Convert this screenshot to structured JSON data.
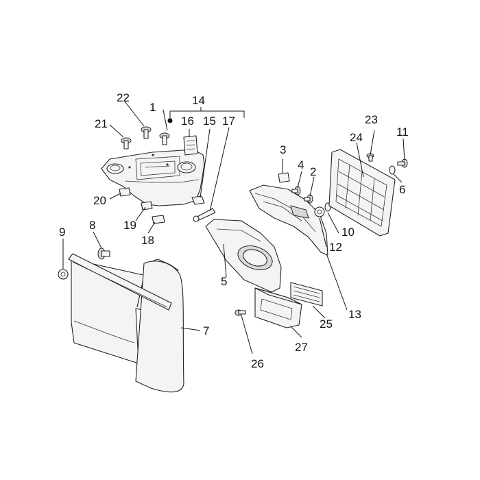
{
  "callouts": [
    {
      "key": "n1",
      "text": "1"
    },
    {
      "key": "n2",
      "text": "2"
    },
    {
      "key": "n3",
      "text": "3"
    },
    {
      "key": "n4",
      "text": "4"
    },
    {
      "key": "n5",
      "text": "5"
    },
    {
      "key": "n6",
      "text": "6"
    },
    {
      "key": "n7",
      "text": "7"
    },
    {
      "key": "n8",
      "text": "8"
    },
    {
      "key": "n9",
      "text": "9"
    },
    {
      "key": "n10",
      "text": "10"
    },
    {
      "key": "n11",
      "text": "11"
    },
    {
      "key": "n12",
      "text": "12"
    },
    {
      "key": "n13",
      "text": "13"
    },
    {
      "key": "n14",
      "text": "14"
    },
    {
      "key": "n15",
      "text": "15"
    },
    {
      "key": "n16",
      "text": "16"
    },
    {
      "key": "n17",
      "text": "17"
    },
    {
      "key": "n18",
      "text": "18"
    },
    {
      "key": "n19",
      "text": "19"
    },
    {
      "key": "n20",
      "text": "20"
    },
    {
      "key": "n21",
      "text": "21"
    },
    {
      "key": "n22",
      "text": "22"
    },
    {
      "key": "n23",
      "text": "23"
    },
    {
      "key": "n24",
      "text": "24"
    },
    {
      "key": "n25",
      "text": "25"
    },
    {
      "key": "n26",
      "text": "26"
    },
    {
      "key": "n27",
      "text": "27"
    }
  ]
}
